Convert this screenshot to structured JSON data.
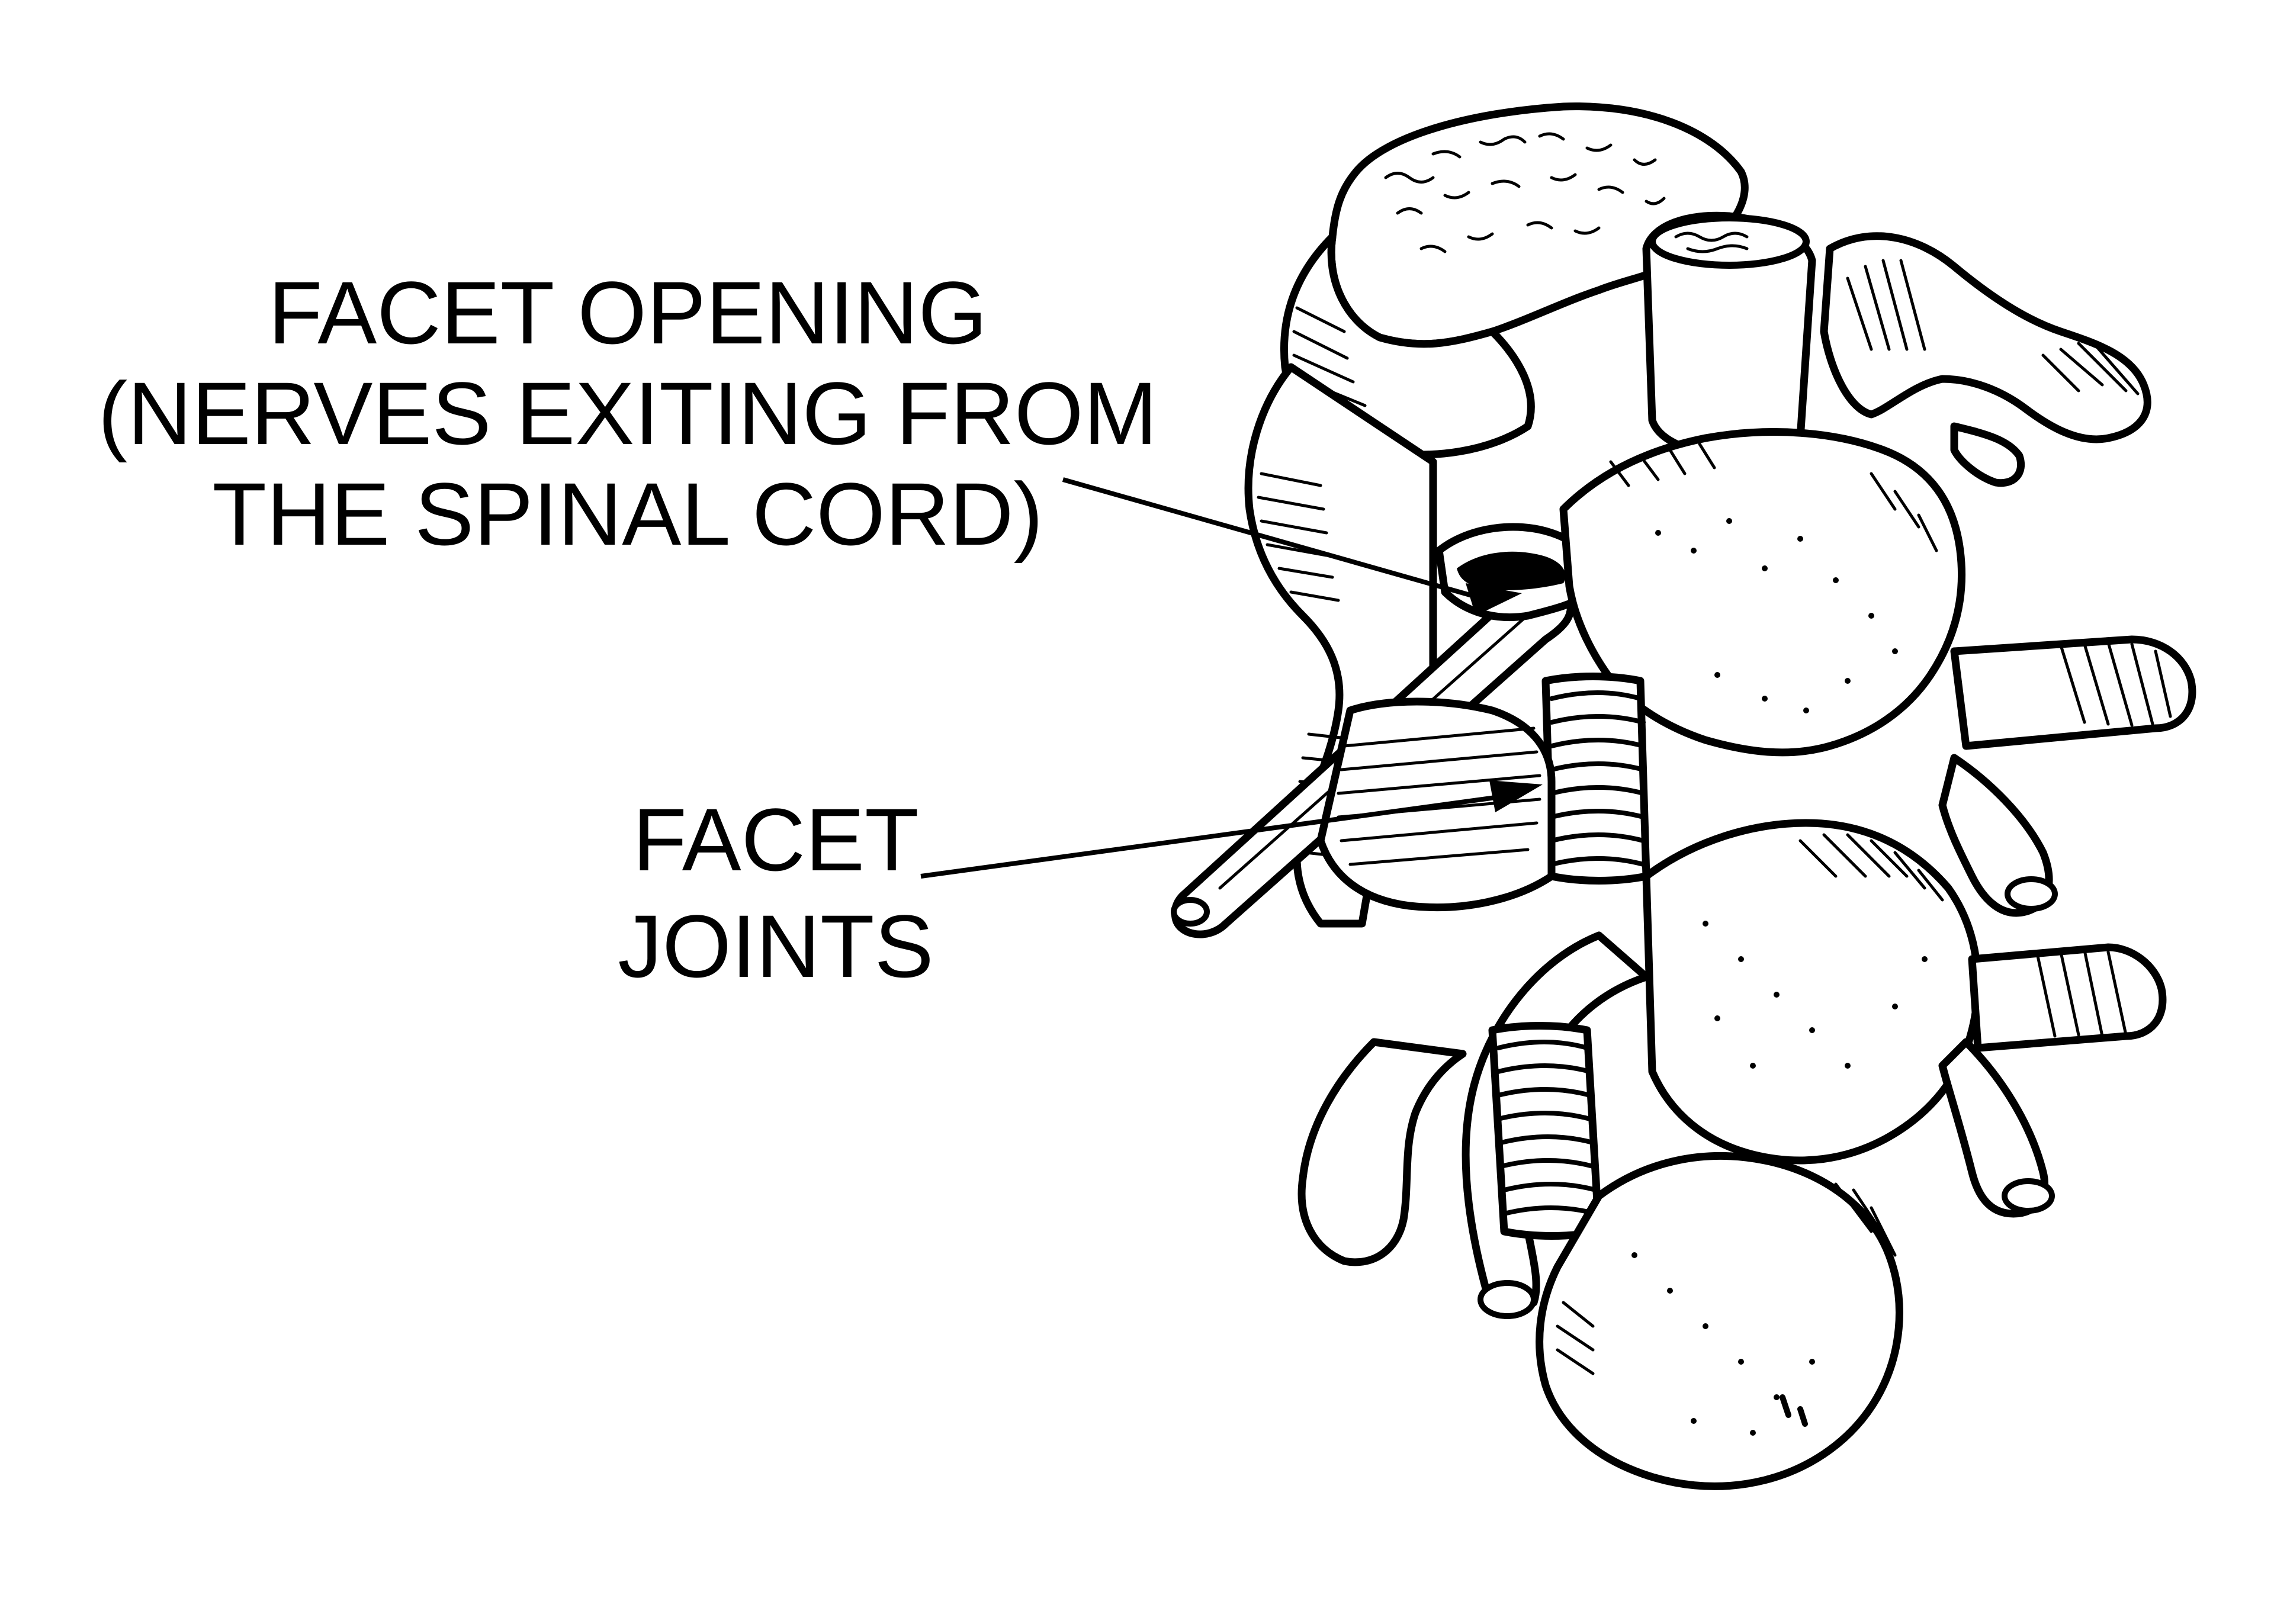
{
  "labels": {
    "facet_opening": [
      "FACET OPENING",
      "(NERVES EXITING FROM",
      "THE SPINAL CORD)"
    ],
    "facet_joints": [
      "FACET",
      "JOINTS"
    ]
  },
  "colors": {
    "ink": "#000000",
    "paper": "#ffffff"
  }
}
